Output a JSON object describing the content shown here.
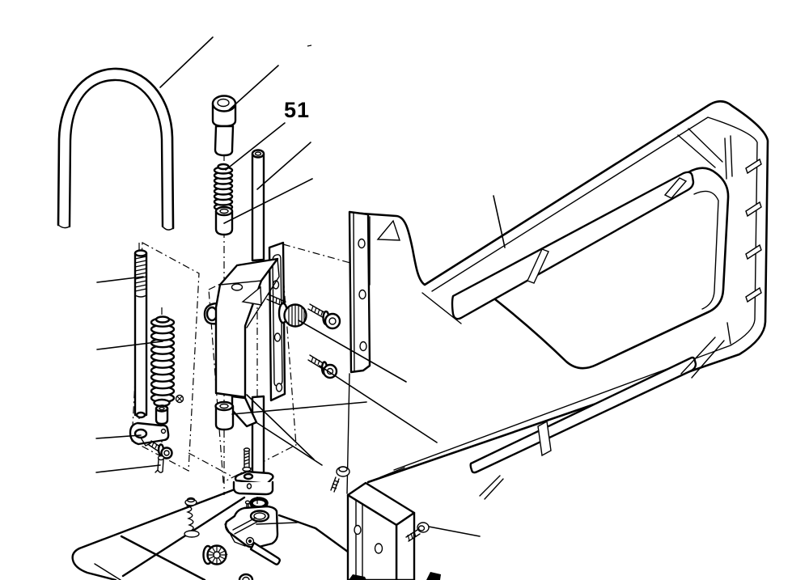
{
  "diagram": {
    "type": "exploded-parts-diagram",
    "background_color": "#ffffff",
    "line_color": "#000000",
    "callout": {
      "label": "51"
    },
    "parts": [
      {
        "name": "u-shaped-tube"
      },
      {
        "name": "shoulder-pin"
      },
      {
        "name": "compression-spring-51"
      },
      {
        "name": "upper-spacer-bushing"
      },
      {
        "name": "guide-rod"
      },
      {
        "name": "threaded-rod"
      },
      {
        "name": "conical-spring"
      },
      {
        "name": "left-spacer-bushing"
      },
      {
        "name": "clamp-bracket"
      },
      {
        "name": "left-socket-screw"
      },
      {
        "name": "retainer-clip"
      },
      {
        "name": "pivot-block"
      },
      {
        "name": "slotted-mounting-plate"
      },
      {
        "name": "knurled-thumb-screw"
      },
      {
        "name": "upper-socket-screw"
      },
      {
        "name": "lower-socket-screw"
      },
      {
        "name": "lower-spacer-bushing"
      },
      {
        "name": "arm-frame"
      },
      {
        "name": "arm-end-cap"
      },
      {
        "name": "pan-head-screw"
      },
      {
        "name": "end-cap-screw"
      },
      {
        "name": "foot-plate"
      },
      {
        "name": "set-screw"
      },
      {
        "name": "o-ring"
      },
      {
        "name": "blade-clamp"
      },
      {
        "name": "knurled-wheel"
      },
      {
        "name": "clamp-pin-rod"
      },
      {
        "name": "screw-with-spring"
      },
      {
        "name": "base-fragment"
      }
    ]
  }
}
